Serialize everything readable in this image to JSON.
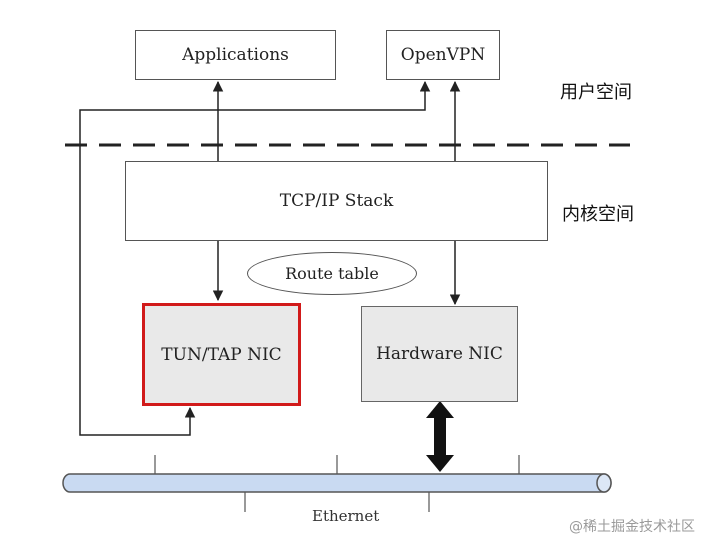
{
  "nodes": {
    "applications": "Applications",
    "openvpn": "OpenVPN",
    "tcpip_stack": "TCP/IP Stack",
    "route_table": "Route table",
    "tun_tap_nic": "TUN/TAP NIC",
    "hardware_nic": "Hardware NIC",
    "ethernet": "Ethernet"
  },
  "regions": {
    "user_space": "用户空间",
    "kernel_space": "内核空间"
  },
  "watermark": "@稀土掘金技术社区",
  "colors": {
    "highlight_border": "#d11a1a",
    "ethernet_fill": "#c9daf2",
    "nic_fill": "#e9e9e9"
  }
}
